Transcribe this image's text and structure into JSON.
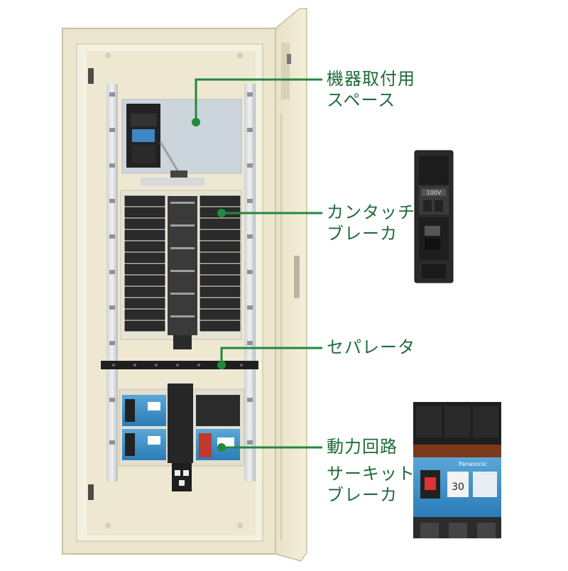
{
  "colors": {
    "callout": "#1f8a3e",
    "label": "#1f6b3a",
    "cabinet": "#efe9d4",
    "cabinet_shade": "#d9d1b6",
    "breaker": "#2a2a2a",
    "plate": "#cfd6dd"
  },
  "callouts": [
    {
      "id": "equipment-space",
      "lines": [
        "機器取付用",
        "スペース"
      ]
    },
    {
      "id": "touch-breaker",
      "lines": [
        "カンタッチ",
        "ブレーカ"
      ]
    },
    {
      "id": "separator",
      "lines": [
        "セパレータ"
      ]
    },
    {
      "id": "power-circuit",
      "lines": [
        "動力回路",
        "サーキット",
        "ブレーカ"
      ]
    }
  ],
  "product_text": {
    "small_breaker_rating": "100V",
    "large_breaker_brand": "Panasonic",
    "large_breaker_rating": "30"
  }
}
